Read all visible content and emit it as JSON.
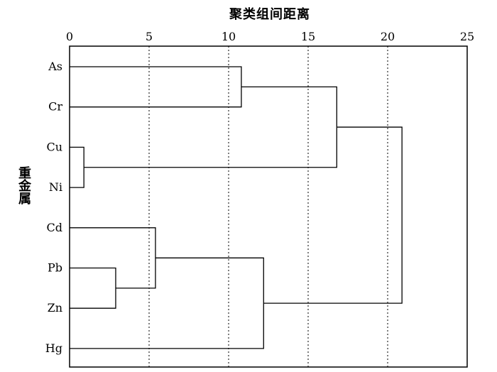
{
  "chart_data": {
    "type": "dendrogram",
    "title": "聚类组间距离",
    "ylabel": "重金属",
    "x_ticks": [
      0,
      5,
      10,
      15,
      20,
      25
    ],
    "xlim": [
      0,
      25
    ],
    "leaves": [
      "As",
      "Cr",
      "Cu",
      "Ni",
      "Cd",
      "Pb",
      "Zn",
      "Hg"
    ],
    "merges": [
      {
        "id": "m1",
        "a": "Cu",
        "b": "Ni",
        "distance": 0.9
      },
      {
        "id": "m2",
        "a": "Pb",
        "b": "Zn",
        "distance": 2.9
      },
      {
        "id": "m3",
        "a": "Cd",
        "b": "m2",
        "distance": 5.4
      },
      {
        "id": "m4",
        "a": "As",
        "b": "Cr",
        "distance": 10.8
      },
      {
        "id": "m5",
        "a": "m3",
        "b": "Hg",
        "distance": 12.2
      },
      {
        "id": "m6",
        "a": "m4",
        "b": "m1",
        "distance": 16.8
      },
      {
        "id": "m7",
        "a": "m6",
        "b": "m5",
        "distance": 20.9
      }
    ],
    "grid": "dotted vertical lines at 5, 10, 15, 20"
  }
}
